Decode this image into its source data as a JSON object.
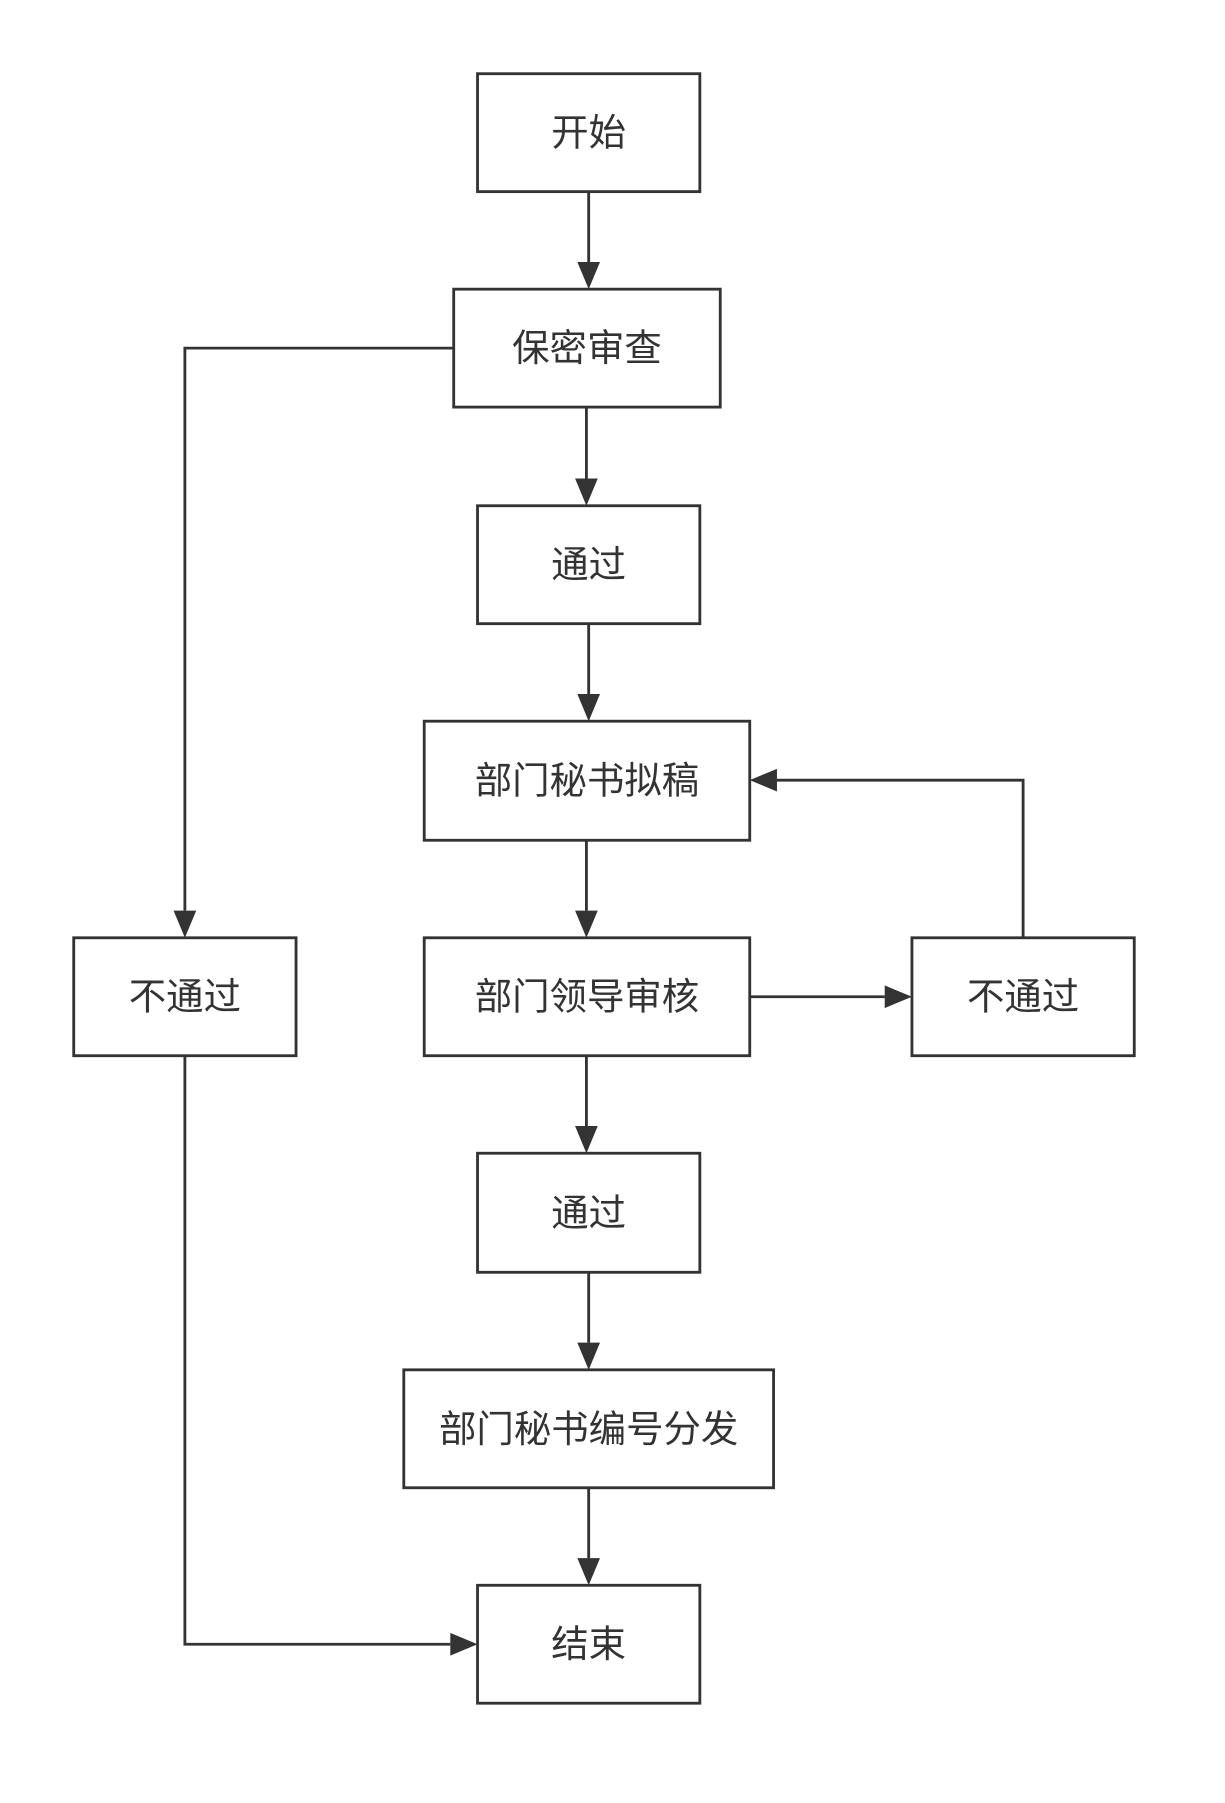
{
  "diagram": {
    "type": "flowchart",
    "colors": {
      "stroke": "#333333",
      "text": "#333333",
      "background": "#ffffff"
    },
    "nodes": [
      {
        "id": "start",
        "label": "开始"
      },
      {
        "id": "security_review",
        "label": "保密审查"
      },
      {
        "id": "pass_1",
        "label": "通过"
      },
      {
        "id": "secretary_draft",
        "label": "部门秘书拟稿"
      },
      {
        "id": "leader_review",
        "label": "部门领导审核"
      },
      {
        "id": "reject_right",
        "label": "不通过"
      },
      {
        "id": "reject_left",
        "label": "不通过"
      },
      {
        "id": "pass_2",
        "label": "通过"
      },
      {
        "id": "secretary_number_distribute",
        "label": "部门秘书编号分发"
      },
      {
        "id": "end",
        "label": "结束"
      }
    ],
    "edges": [
      {
        "from": "start",
        "to": "security_review"
      },
      {
        "from": "security_review",
        "to": "pass_1"
      },
      {
        "from": "security_review",
        "to": "reject_left"
      },
      {
        "from": "pass_1",
        "to": "secretary_draft"
      },
      {
        "from": "secretary_draft",
        "to": "leader_review"
      },
      {
        "from": "leader_review",
        "to": "reject_right"
      },
      {
        "from": "reject_right",
        "to": "secretary_draft"
      },
      {
        "from": "leader_review",
        "to": "pass_2"
      },
      {
        "from": "pass_2",
        "to": "secretary_number_distribute"
      },
      {
        "from": "secretary_number_distribute",
        "to": "end"
      },
      {
        "from": "reject_left",
        "to": "end"
      }
    ]
  }
}
